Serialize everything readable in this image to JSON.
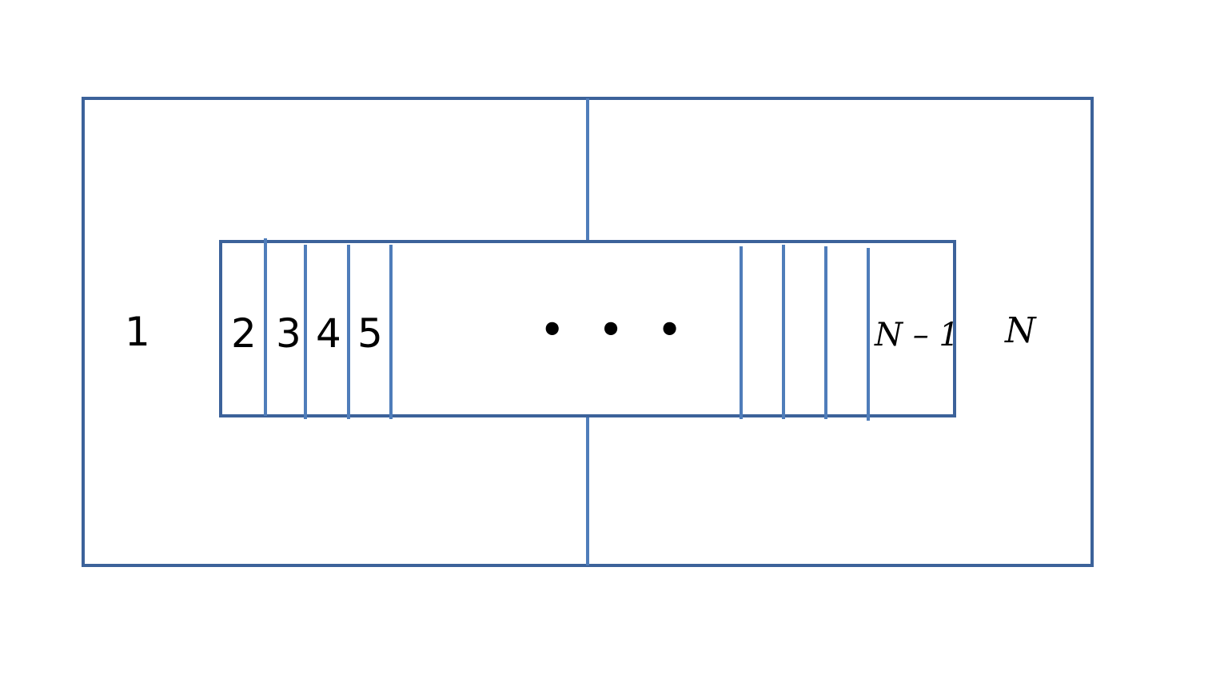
{
  "diagram": {
    "line_color": "#4f7dba",
    "line_color_dark": "#3c629a",
    "labels": {
      "region_1": "1",
      "region_2": "2",
      "region_3": "3",
      "region_4": "4",
      "region_5": "5",
      "ellipsis": "• • •",
      "region_n_minus_1": "N – 1",
      "region_n": "N"
    }
  }
}
